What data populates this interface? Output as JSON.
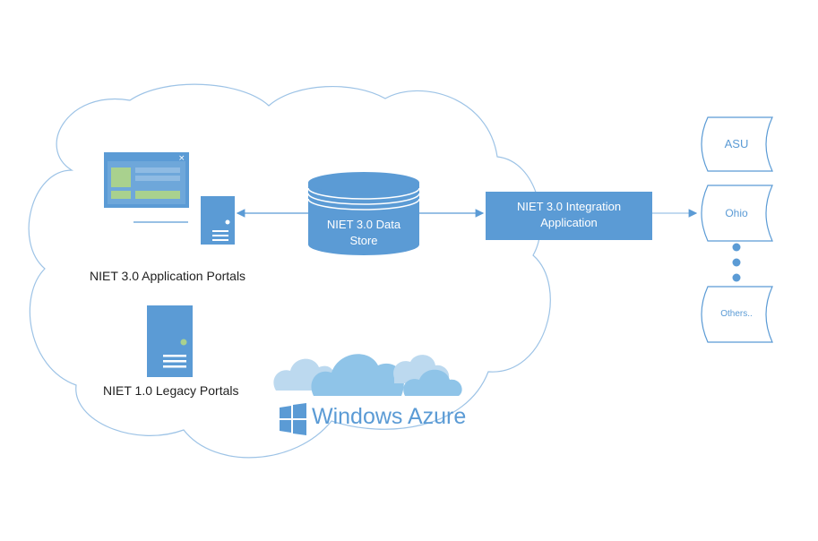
{
  "labels": {
    "app_portals": "NIET 3.0 Application Portals",
    "legacy_portals": "NIET 1.0 Legacy Portals",
    "data_store_line1": "NIET 3.0 Data",
    "data_store_line2": "Store",
    "integration_line1": "NIET 3.0 Integration",
    "integration_line2": "Application",
    "azure_brand": "Windows Azure"
  },
  "partners": {
    "first": "ASU",
    "second": "Ohio",
    "last": "Others.."
  },
  "colors": {
    "primary_blue": "#5b9bd5",
    "cloud_outline": "#9dc3e6",
    "azure_cloud": "#8fc4e8",
    "light_green": "#a9d18e"
  },
  "icons": {
    "web_page": "browser-window-icon",
    "server": "server-icon",
    "database": "database-cylinder-icon",
    "windows_logo": "windows-logo-icon"
  }
}
